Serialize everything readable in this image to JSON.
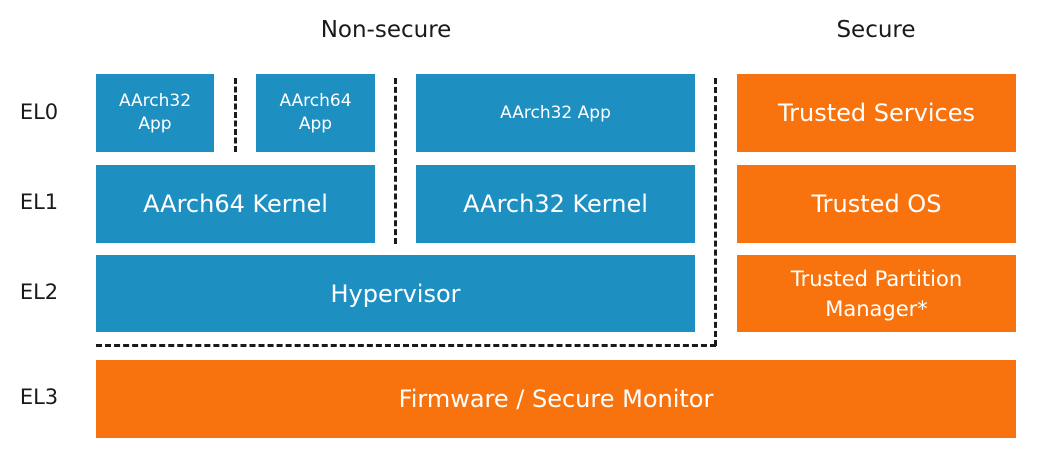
{
  "headers": {
    "non_secure": "Non-secure",
    "secure": "Secure"
  },
  "levels": [
    "EL0",
    "EL1",
    "EL2",
    "EL3"
  ],
  "boxes": {
    "el0_aarch32_app_1": "AArch32\nApp",
    "el0_aarch64_app": "AArch64\nApp",
    "el0_aarch32_app_2": "AArch32 App",
    "el1_aarch64_kernel": "AArch64 Kernel",
    "el1_aarch32_kernel": "AArch32 Kernel",
    "el2_hypervisor": "Hypervisor",
    "el0_trusted_services": "Trusted Services",
    "el1_trusted_os": "Trusted OS",
    "el2_trusted_partition_manager": "Trusted Partition\nManager*",
    "el3_firmware": "Firmware / Secure Monitor"
  },
  "colors": {
    "non_secure": "#1d8fc1",
    "secure": "#f8730d"
  }
}
